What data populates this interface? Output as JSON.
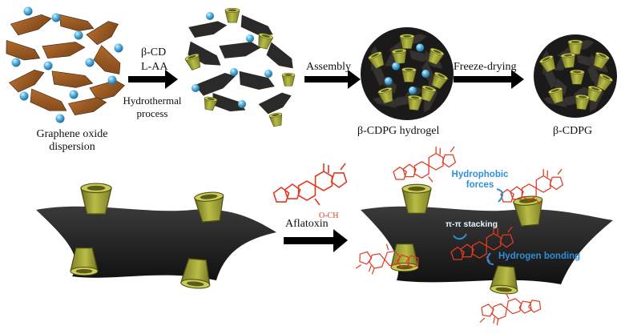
{
  "labels": {
    "go_dispersion_line1": "Graphene oxide",
    "go_dispersion_line2": "dispersion",
    "reagent_1": "β-CD",
    "reagent_2": "L-AA",
    "process_line1": "Hydrothermal",
    "process_line2": "process",
    "assembly": "Assembly",
    "hydrogel": "β-CDPG hydrogel",
    "freeze_drying": "Freeze-drying",
    "product": "β-CDPG",
    "aflatoxin": "Aflatoxin",
    "methoxy_left": "O-CH",
    "hydrophobic_line1": "Hydrophobic",
    "hydrophobic_line2": "forces",
    "pi_stacking": "π-π stacking",
    "hydrogen_bonding": "Hydrogen bonding"
  },
  "colors": {
    "graphene_oxide": "#9a5a22",
    "graphene": "#262626",
    "cyclodextrin": "#a8ac34",
    "water_sphere": "#5ab7e3",
    "aflatoxin": "#e03a22",
    "interaction_label": "#2f8fd6",
    "arrow": "#000000"
  }
}
